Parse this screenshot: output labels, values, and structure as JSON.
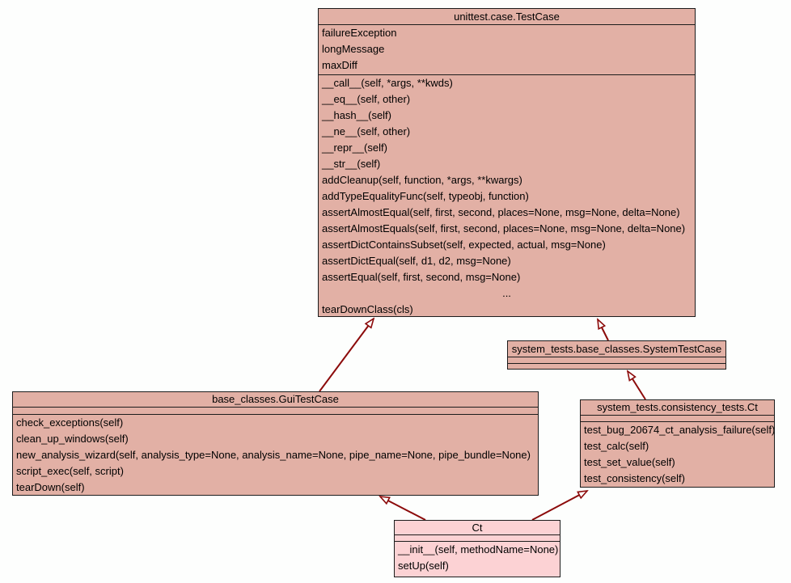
{
  "colors": {
    "background": "#fdfefd",
    "class_fill": "#e2b0a5",
    "subclass_fill": "#fcd2d4",
    "border": "#1c1c1c",
    "arrow": "#8c0b0b"
  },
  "classes": {
    "testcase": {
      "title": "unittest.case.TestCase",
      "attributes": [
        "failureException",
        "longMessage",
        "maxDiff"
      ],
      "methods": [
        "__call__(self, *args, **kwds)",
        "__eq__(self, other)",
        "__hash__(self)",
        "__ne__(self, other)",
        "__repr__(self)",
        "__str__(self)",
        "addCleanup(self, function, *args, **kwargs)",
        "addTypeEqualityFunc(self, typeobj, function)",
        "assertAlmostEqual(self, first, second, places=None, msg=None, delta=None)",
        "assertAlmostEquals(self, first, second, places=None, msg=None, delta=None)",
        "assertDictContainsSubset(self, expected, actual, msg=None)",
        "assertDictEqual(self, d1, d2, msg=None)",
        "assertEqual(self, first, second, msg=None)",
        "...",
        "tearDownClass(cls)"
      ]
    },
    "systemtestcase": {
      "title": "system_tests.base_classes.SystemTestCase",
      "attributes": [],
      "methods": []
    },
    "guitestcase": {
      "title": "base_classes.GuiTestCase",
      "attributes": [],
      "methods": [
        "check_exceptions(self)",
        "clean_up_windows(self)",
        "new_analysis_wizard(self, analysis_type=None, analysis_name=None, pipe_name=None, pipe_bundle=None)",
        "script_exec(self, script)",
        "tearDown(self)"
      ]
    },
    "ctconsistency": {
      "title": "system_tests.consistency_tests.Ct",
      "attributes": [],
      "methods": [
        "test_bug_20674_ct_analysis_failure(self)",
        "test_calc(self)",
        "test_set_value(self)",
        "test_consistency(self)"
      ]
    },
    "ct": {
      "title": "Ct",
      "attributes": [],
      "methods": [
        "__init__(self, methodName=None)",
        "setUp(self)"
      ]
    }
  },
  "relationships": [
    {
      "from": "base_classes.GuiTestCase",
      "to": "unittest.case.TestCase",
      "type": "inheritance"
    },
    {
      "from": "system_tests.base_classes.SystemTestCase",
      "to": "unittest.case.TestCase",
      "type": "inheritance"
    },
    {
      "from": "system_tests.consistency_tests.Ct",
      "to": "system_tests.base_classes.SystemTestCase",
      "type": "inheritance"
    },
    {
      "from": "Ct",
      "to": "base_classes.GuiTestCase",
      "type": "inheritance"
    },
    {
      "from": "Ct",
      "to": "system_tests.consistency_tests.Ct",
      "type": "inheritance"
    }
  ]
}
